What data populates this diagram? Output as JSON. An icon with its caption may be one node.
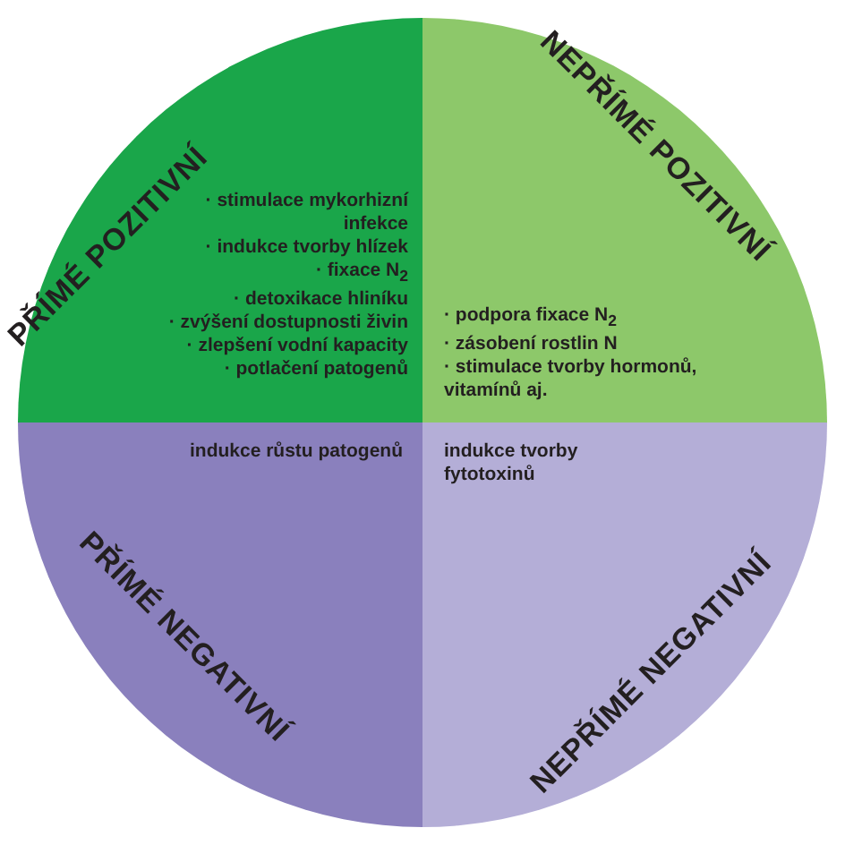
{
  "diagram": {
    "nodes": [
      {
        "text": [
          "PŘÍMÉ POZITIVNÍ",
          "· stimulace mykorhizní infekce",
          "· indukce tvorby hlízek",
          "· fixace N$_{2}$",
          "· detoxikace hliníku",
          "· zvýšení dostupnosti živin",
          "· zlepšení vodní kapacity",
          "· potlačení patogenů"
        ]
      },
      {
        "text": [
          "NEPŘÍMÉ POZITIVNÍ",
          "· podpora fixace N$_{2}$",
          "· zásobení rostlin N",
          "· stimulace tvorby hormonů, vitamínů aj."
        ]
      },
      {
        "text": [
          "PŘÍMÉ NEGATIVNÍ",
          "indukce růstu patogenů"
        ]
      },
      {
        "text": [
          "NEPŘÍMÉ NEGATIVNÍ",
          "indukce tvorby fytotoxinů"
        ]
      }
    ]
  }
}
